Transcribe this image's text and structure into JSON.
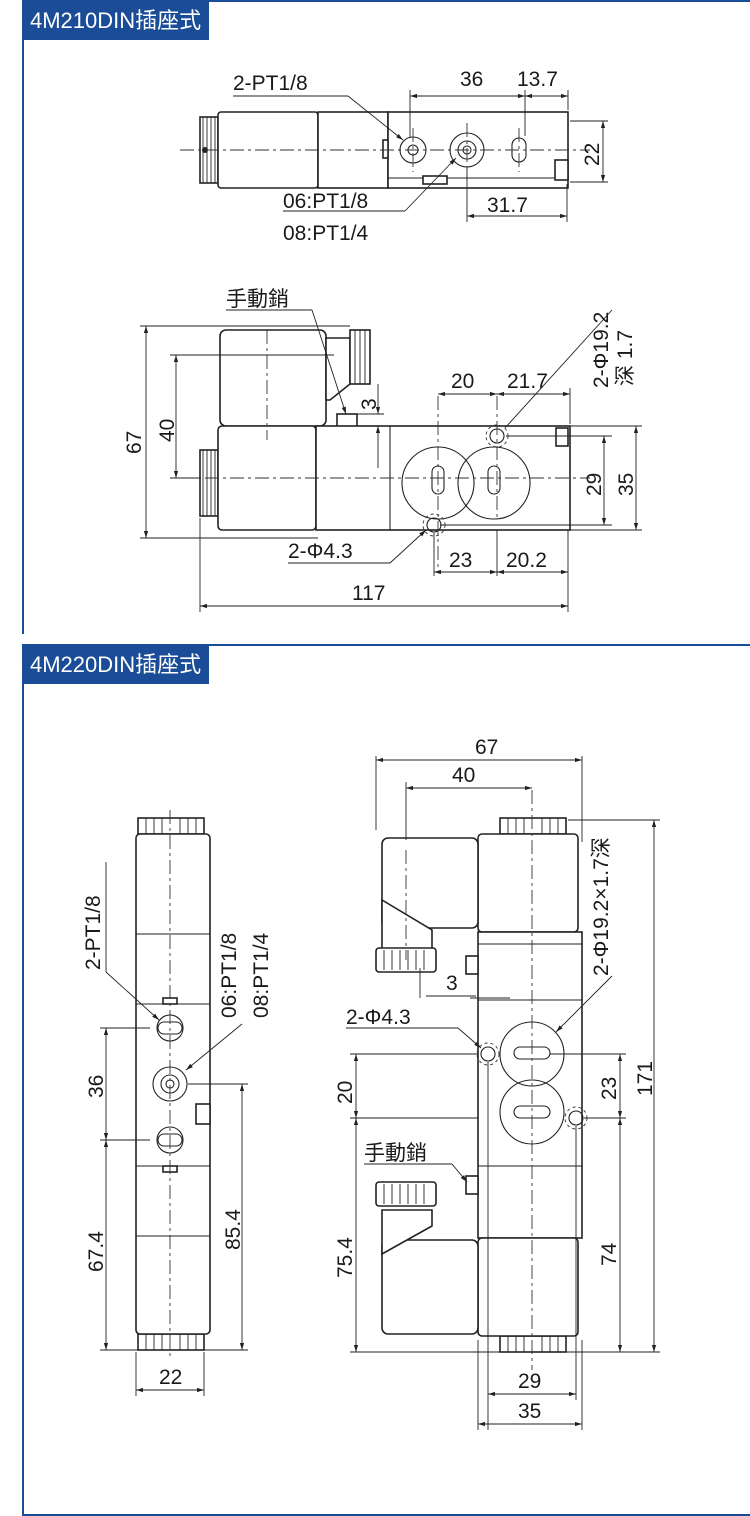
{
  "sections": [
    {
      "title": "4M210DIN插座式"
    },
    {
      "title": "4M220DIN插座式"
    }
  ],
  "d1": {
    "port_a": "2-PT1/8",
    "w36": "36",
    "w13_7": "13.7",
    "h22": "22",
    "port_b1": "06:PT1/8",
    "port_b2": "08:PT1/4",
    "w31_7": "31.7",
    "manual": "手動銷",
    "bore1": "2-Φ19.2",
    "bore2": "深 1.7",
    "w20": "20",
    "w21_7": "21.7",
    "h3": "3",
    "h67": "67",
    "h40": "40",
    "h29": "29",
    "h35": "35",
    "hole": "2-Φ4.3",
    "w23": "23",
    "w20_2": "20.2",
    "w117": "117"
  },
  "d2": {
    "port_a": "2-PT1/8",
    "port_b1": "06:PT1/8",
    "port_b2": "08:PT1/4",
    "h36": "36",
    "h67_4": "67.4",
    "h85_4": "85.4",
    "w22": "22",
    "w67": "67",
    "w40": "40",
    "bore": "2-Φ19.2×1.7深",
    "h3": "3",
    "hole": "2-Φ4.3",
    "h20": "20",
    "h23": "23",
    "h171": "171",
    "manual": "手動銷",
    "h75_4": "75.4",
    "h74": "74",
    "w29": "29",
    "w35": "35"
  },
  "colors": {
    "header_bg": "#1b4c97",
    "header_text": "#ffffff",
    "line": "#222222"
  }
}
